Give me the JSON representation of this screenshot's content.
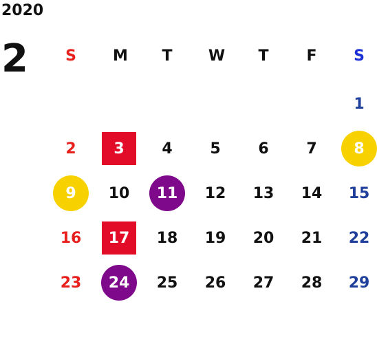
{
  "calendar": {
    "year": "2020",
    "month": "2",
    "weekdays": [
      "S",
      "M",
      "T",
      "W",
      "T",
      "F",
      "S"
    ],
    "weeks": [
      [
        "",
        "",
        "",
        "",
        "",
        "",
        "1"
      ],
      [
        "2",
        "3",
        "4",
        "5",
        "6",
        "7",
        "8"
      ],
      [
        "9",
        "10",
        "11",
        "12",
        "13",
        "14",
        "15"
      ],
      [
        "16",
        "17",
        "18",
        "19",
        "20",
        "21",
        "22"
      ],
      [
        "23",
        "24",
        "25",
        "26",
        "27",
        "28",
        "29"
      ]
    ],
    "highlights": {
      "3": "red-square",
      "17": "red-square",
      "8": "yellow-circle",
      "9": "yellow-circle",
      "11": "purple-circle",
      "24": "purple-circle"
    },
    "colors": {
      "sunday_text": "#e8201d",
      "saturday_header": "#1a2fd6",
      "saturday_text": "#1f3f9a",
      "red_square": "#e30c28",
      "yellow_circle": "#f7d200",
      "purple_circle": "#7e0a8b"
    }
  }
}
